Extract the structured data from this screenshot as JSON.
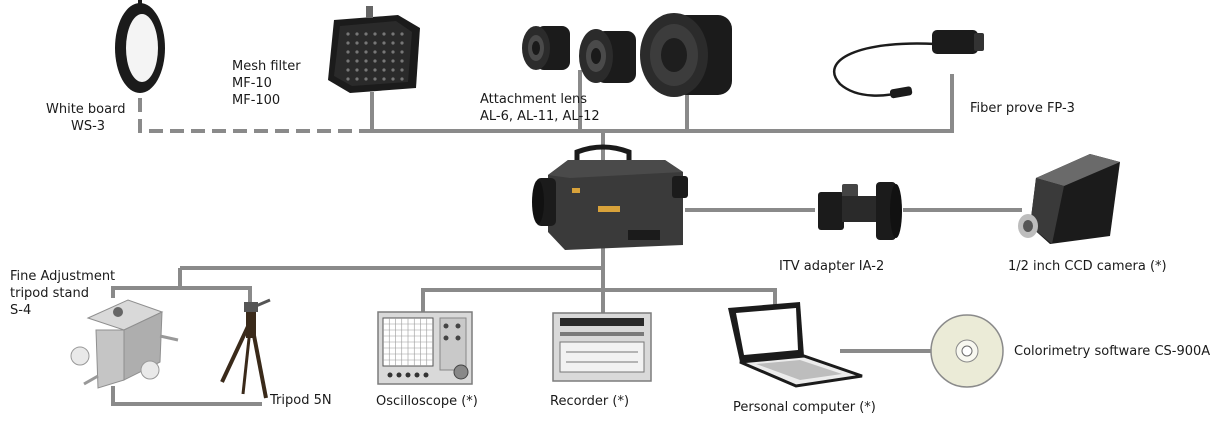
{
  "colors": {
    "connector": "#8a8a8a",
    "device_dark": "#1b1b1b",
    "device_body": "#3a3a3a",
    "device_light": "#d9d9d9",
    "text": "#1a1a1a"
  },
  "accessories": {
    "white_board": {
      "line1": "White board",
      "line2": "WS-3"
    },
    "mesh_filter": {
      "line1": "Mesh filter",
      "line2": "MF-10",
      "line3": "MF-100"
    },
    "attachment_lens": {
      "line1": "Attachment lens",
      "line2": "AL-6, AL-11, AL-12"
    },
    "fiber_probe": {
      "label": "Fiber prove  FP-3"
    },
    "itv_adapter": {
      "label": "ITV adapter IA-2"
    },
    "ccd_camera": {
      "label": "1/2 inch CCD camera (*)"
    },
    "adjustment_stand": {
      "line1": "Fine Adjustment",
      "line2": "tripod stand",
      "line3": "S-4"
    },
    "tripod": {
      "label": "Tripod 5N"
    },
    "oscilloscope": {
      "label": "Oscilloscope (*)"
    },
    "recorder": {
      "label": "Recorder (*)"
    },
    "personal_computer": {
      "label": "Personal computer (*)"
    },
    "software": {
      "label": "Colorimetry software CS-900A"
    }
  },
  "icons": [
    "white-board-icon",
    "mesh-filter-icon",
    "attachment-lens-icon",
    "fiber-probe-icon",
    "colorimeter-icon",
    "itv-adapter-icon",
    "ccd-camera-icon",
    "adjustment-stand-icon",
    "tripod-icon",
    "oscilloscope-icon",
    "recorder-icon",
    "laptop-icon",
    "cd-software-icon"
  ]
}
